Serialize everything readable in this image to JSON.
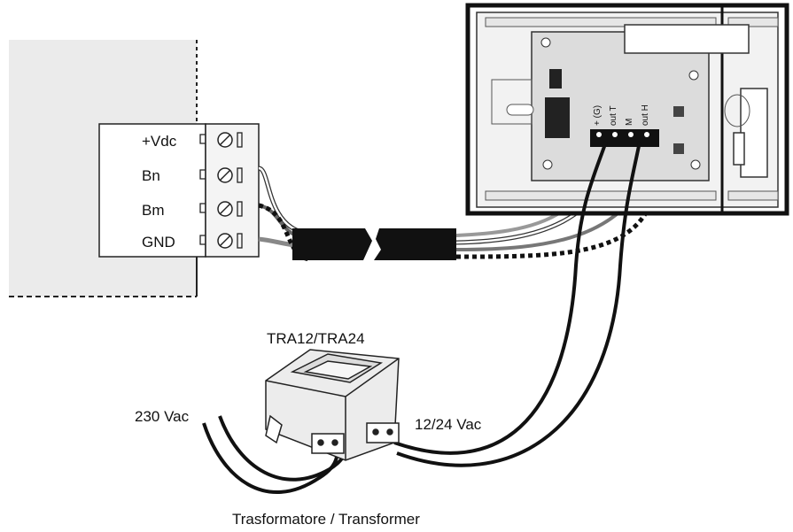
{
  "controller": {
    "terminals": [
      "+Vdc",
      "Bn",
      "Bm",
      "GND"
    ]
  },
  "device": {
    "pins": [
      "+ (G)",
      "out T",
      "M",
      "out H"
    ]
  },
  "transformer": {
    "model": "TRA12/TRA24",
    "input_label": "230 Vac",
    "output_label": "12/24 Vac",
    "caption": "Trasformatore / Transformer"
  }
}
